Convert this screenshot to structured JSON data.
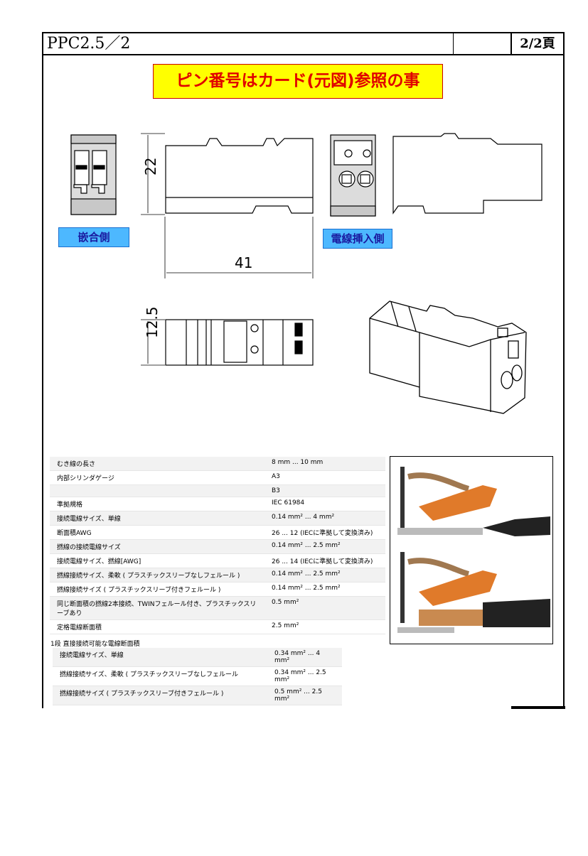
{
  "header": {
    "title": "PPC2.5／2",
    "page": "2/2頁"
  },
  "banner": {
    "text": "ピン番号はカード(元図)参照の事"
  },
  "labels": {
    "mating_side": "嵌合側",
    "wire_side": "電線挿入側"
  },
  "dimensions": {
    "height": "22",
    "width": "41",
    "depth": "12.5"
  },
  "spec_rows": [
    {
      "k": "むき線の長さ",
      "v": "8 mm ... 10 mm"
    },
    {
      "k": "内部シリンダゲージ",
      "v": "A3"
    },
    {
      "k": "",
      "v": "B3"
    },
    {
      "k": "準拠規格",
      "v": "IEC 61984"
    },
    {
      "k": "接続電線サイズ、単線",
      "v": "0.14 mm² ... 4 mm²"
    },
    {
      "k": "断面積AWG",
      "v": "26 ... 12 (IECに準拠して変換済み)"
    },
    {
      "k": "撚線の接続電線サイズ",
      "v": "0.14 mm² ... 2.5 mm²"
    },
    {
      "k": "接続電線サイズ、撚線[AWG]",
      "v": "26 ... 14 (IECに準拠して変換済み)"
    },
    {
      "k": "撚線接続サイズ、柔軟 ( プラスチックスリーブなしフェルール )",
      "v": "0.14 mm² ... 2.5 mm²"
    },
    {
      "k": "撚線接続サイズ ( プラスチックスリーブ付きフェルール )",
      "v": "0.14 mm² ... 2.5 mm²"
    },
    {
      "k": "同じ断面積の撚線2本接続、TWINフェルール付き、プラスチックスリーブあり",
      "v": "0.5 mm²"
    },
    {
      "k": "定格電線断面積",
      "v": "2.5 mm²"
    }
  ],
  "section2": {
    "title": "1段 直接接続可能な電線断面積",
    "rows": [
      {
        "k": "接続電線サイズ、単線",
        "v": "0.34 mm² ... 4 mm²"
      },
      {
        "k": "撚線接続サイズ、柔軟 ( プラスチックスリーブなしフェルール",
        "v": "0.34 mm² ... 2.5 mm²"
      },
      {
        "k": "撚線接続サイズ ( プラスチックスリーブ付きフェルール )",
        "v": "0.5 mm² ... 2.5 mm²"
      }
    ]
  },
  "colors": {
    "banner_bg": "#ffff00",
    "banner_text": "#e00000",
    "label_bg": "#4db8ff",
    "orange": "#e07a2a"
  }
}
